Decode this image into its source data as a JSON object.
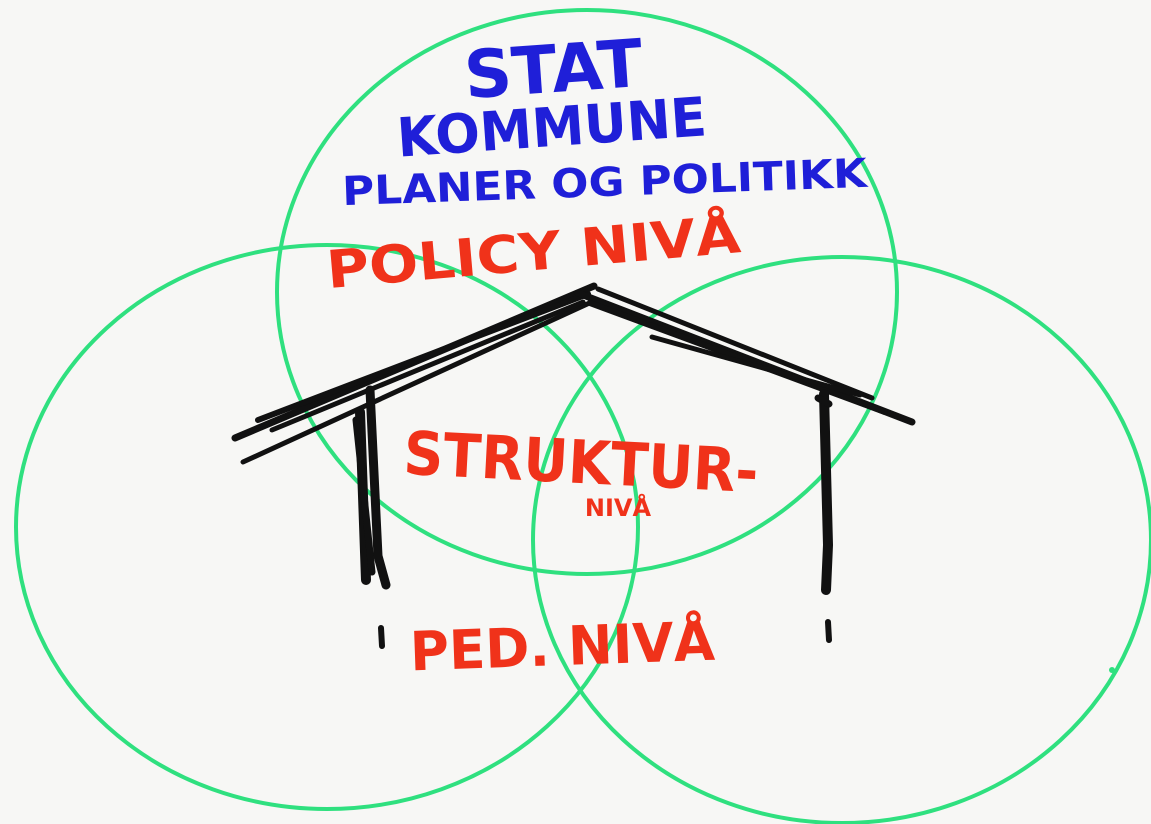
{
  "colors": {
    "background": "#f7f7f5",
    "circle_stroke": "#2fe07f",
    "house_stroke": "#111111",
    "blue_text": "#1f1fd8",
    "red_text": "#f0321a"
  },
  "diagram": {
    "top_circle": {
      "lines": [
        "STAT",
        "KOMMUNE",
        "PLANER OG POLITIKK"
      ],
      "level": "POLICY NIVÅ"
    },
    "house": {
      "label_main": "STRUKTUR-",
      "label_sub": "NIVÅ"
    },
    "bottom": {
      "label": "PED. NIVÅ"
    }
  }
}
